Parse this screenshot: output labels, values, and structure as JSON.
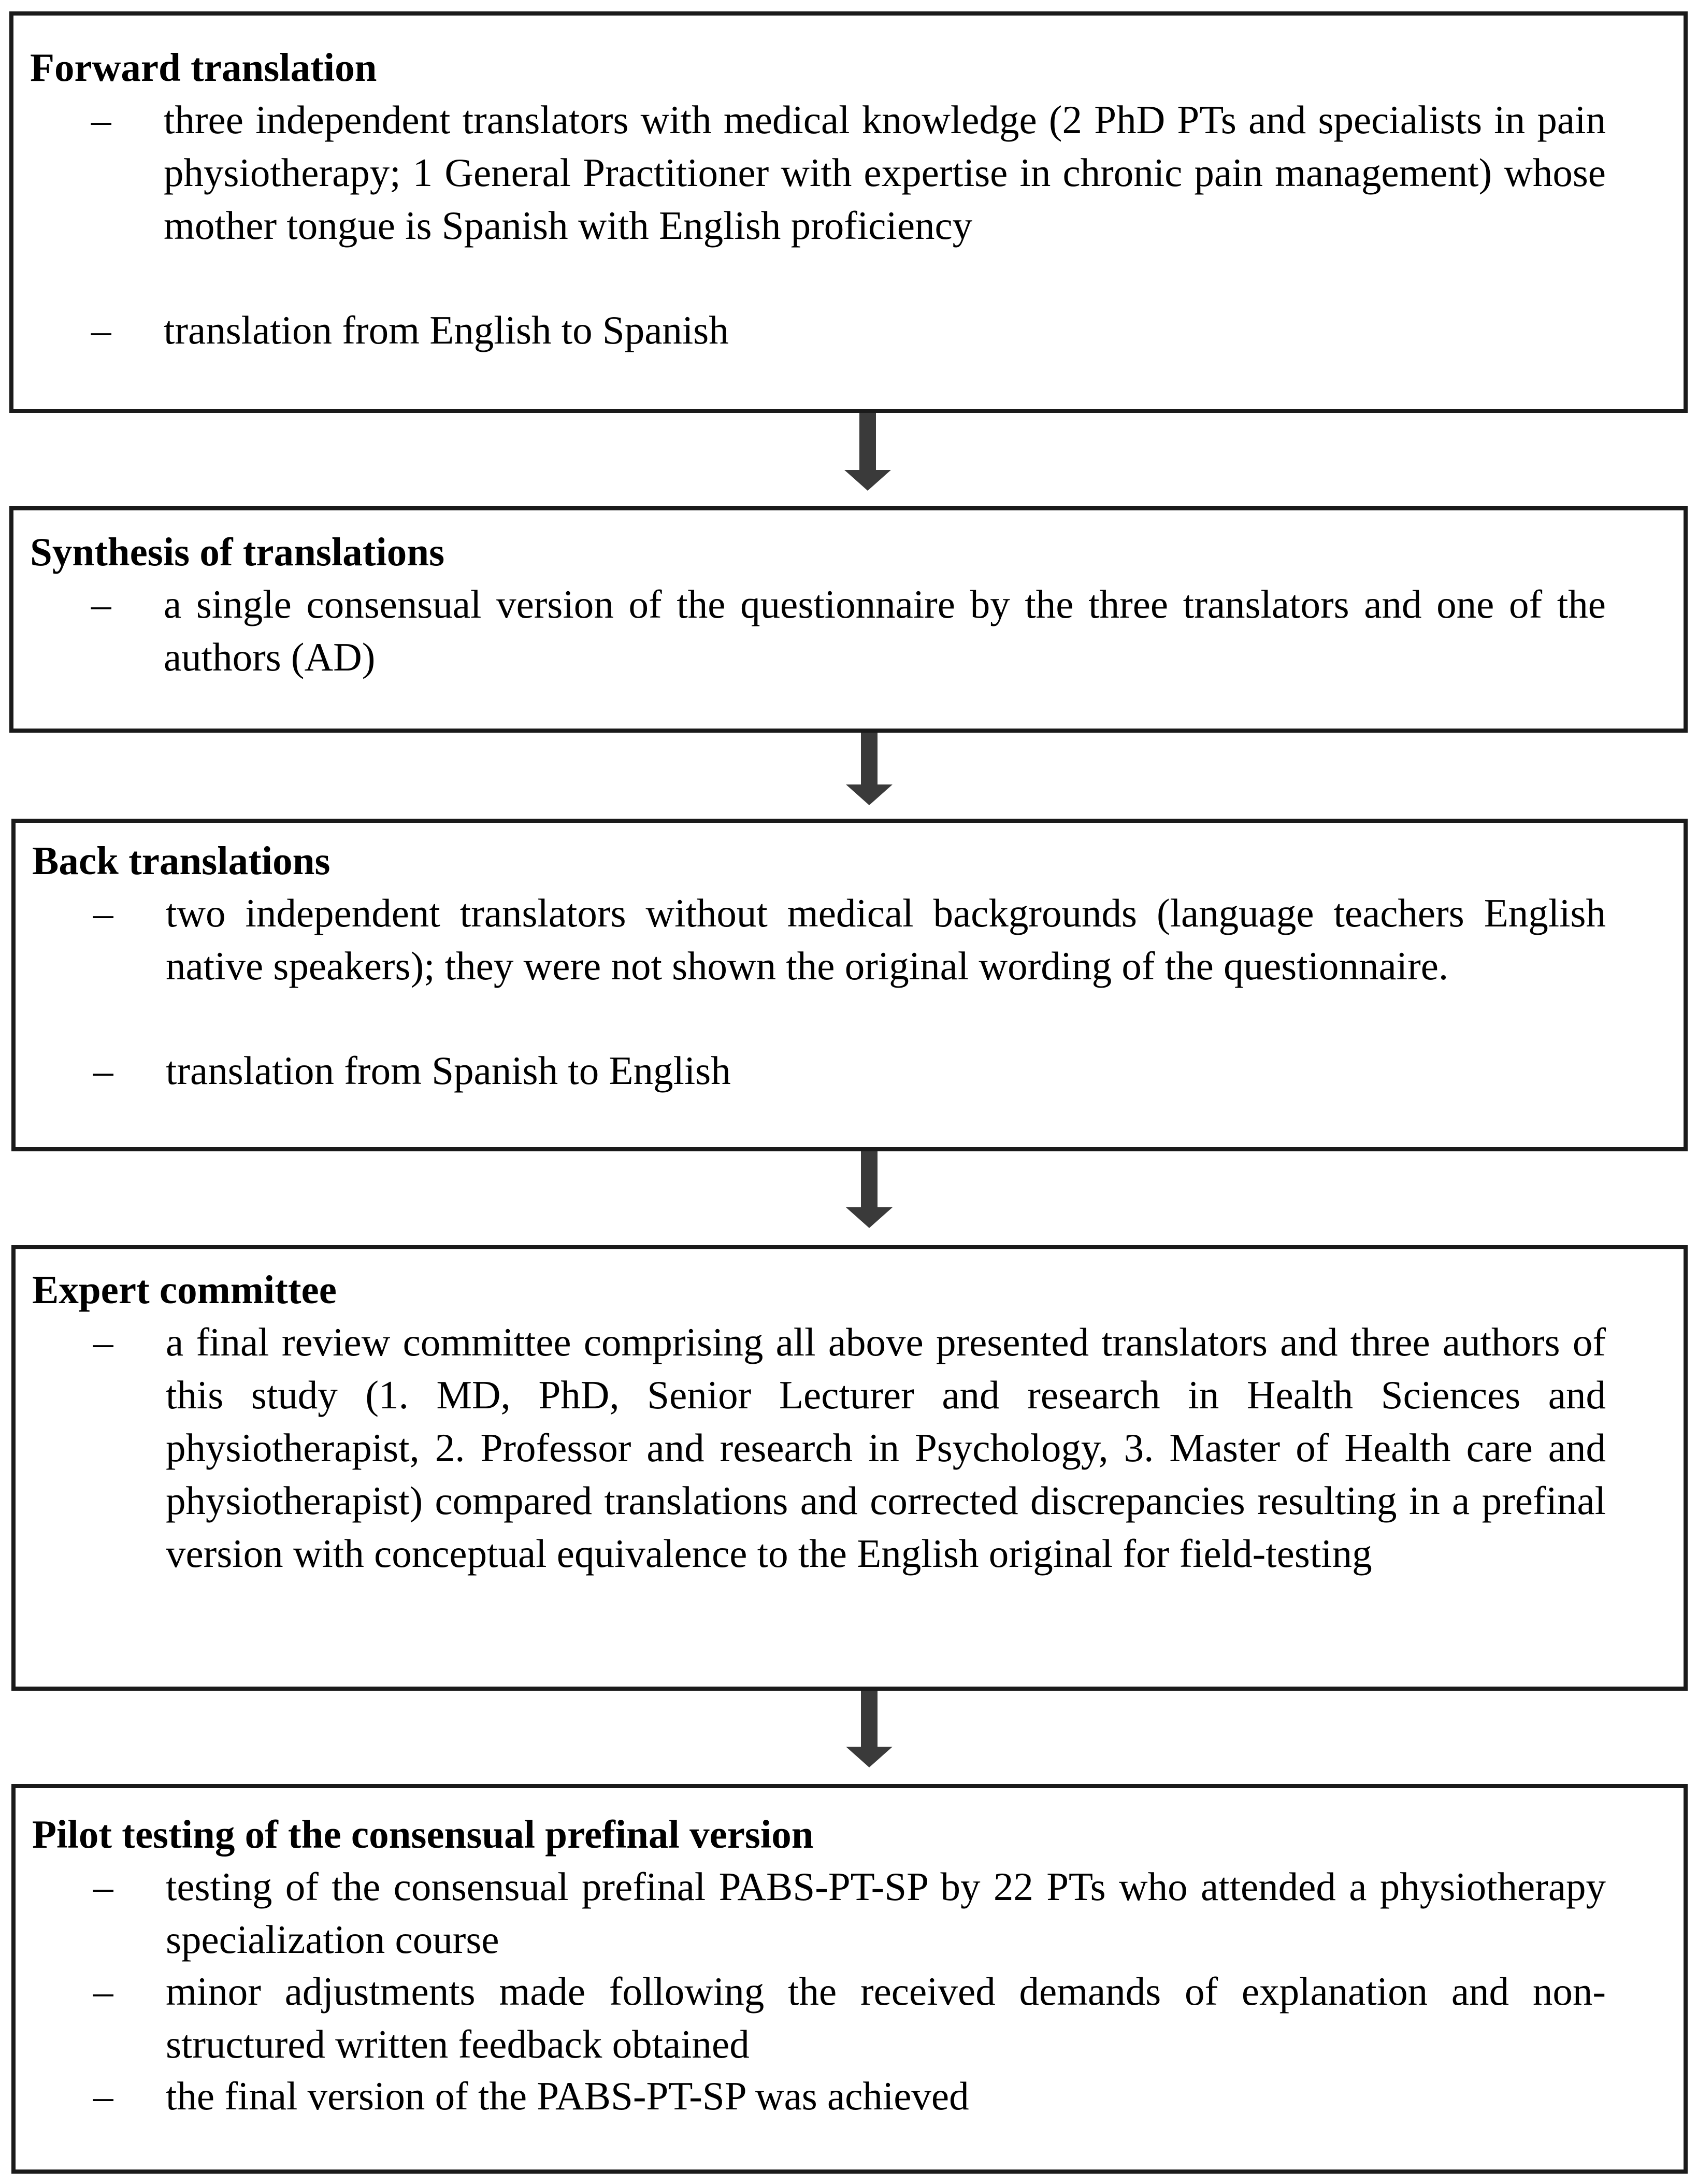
{
  "steps": [
    {
      "title": "Forward translation",
      "items": [
        "three independent translators with medical knowledge (2 PhD PTs and specialists in pain physiotherapy; 1 General Practitioner with expertise in chronic pain management) whose mother tongue is Spanish with English proficiency",
        "translation from English to Spanish"
      ]
    },
    {
      "title": "Synthesis of translations",
      "items": [
        "a single consensual version of the questionnaire by the three translators and one of the authors (AD)"
      ]
    },
    {
      "title": "Back translations",
      "items": [
        "two independent translators without medical backgrounds (language teachers English native speakers); they were not shown the original wording of the questionnaire.",
        "translation from Spanish to English"
      ]
    },
    {
      "title": "Expert committee",
      "items": [
        "a final review committee comprising all above presented translators and three authors of this study (1. MD, PhD, Senior Lecturer and research in Health Sciences and physiotherapist, 2. Professor and research in Psychology, 3. Master of Health care and physiotherapist) compared translations and corrected discrepancies resulting in a prefinal version with conceptual equivalence to the English original for field-testing"
      ]
    },
    {
      "title": "Pilot testing of the consensual prefinal version",
      "items": [
        "testing of the consensual prefinal PABS-PT-SP by 22 PTs who attended a physiotherapy specialization course",
        "minor adjustments made following the received demands of explanation and non-structured written feedback obtained",
        "the final version of the PABS-PT-SP was achieved"
      ]
    }
  ],
  "bullet": "–"
}
